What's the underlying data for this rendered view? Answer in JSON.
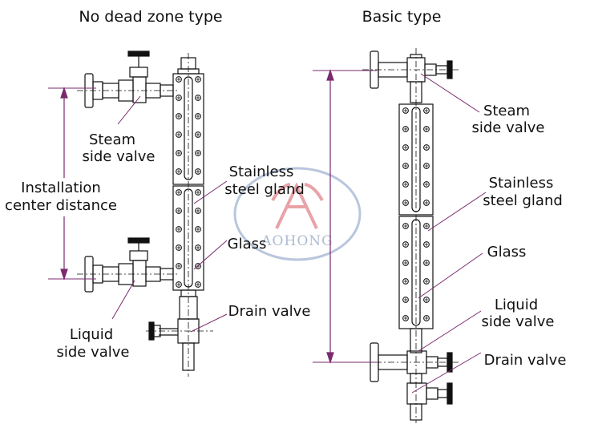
{
  "colors": {
    "line": "#111111",
    "leader": "#7a2a6e",
    "watermark_ring": "#b9c6dc",
    "watermark_mark": "#e8a3a8",
    "watermark_text": "#aebbd2"
  },
  "watermark": {
    "text": "AOHONG"
  },
  "left": {
    "title": "No dead zone type",
    "installation_l1": "Installation",
    "installation_l2": "center distance",
    "steam_l1": "Steam",
    "steam_l2": "side valve",
    "gland_l1": "Stainless",
    "gland_l2": "steel gland",
    "glass": "Glass",
    "drain": "Drain valve",
    "liquid_l1": "Liquid",
    "liquid_l2": "side valve"
  },
  "right": {
    "title": "Basic type",
    "steam_l1": "Steam",
    "steam_l2": "side valve",
    "gland_l1": "Stainless",
    "gland_l2": "steel gland",
    "glass": "Glass",
    "liquid_l1": "Liquid",
    "liquid_l2": "side valve",
    "drain": "Drain valve"
  }
}
